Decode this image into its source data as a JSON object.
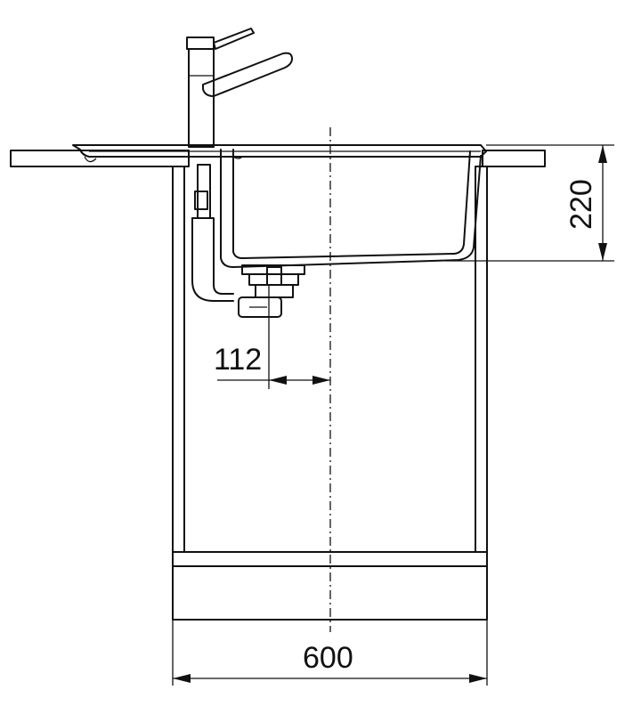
{
  "dimensions": {
    "height": "220",
    "drain_offset": "112",
    "cabinet_width": "600"
  },
  "colors": {
    "line": "#111111",
    "background": "#ffffff"
  }
}
